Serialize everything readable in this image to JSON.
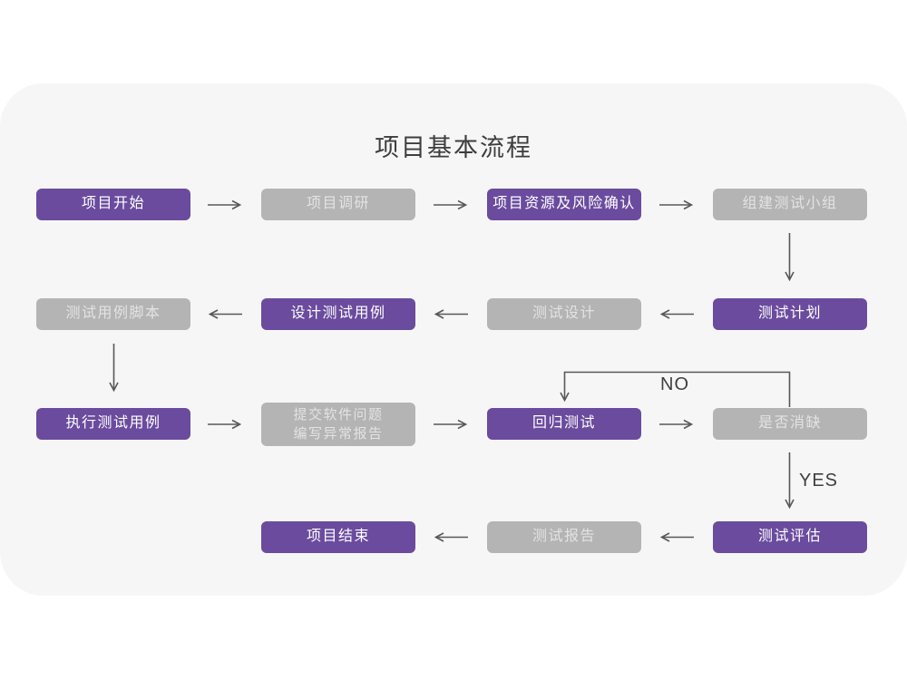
{
  "title": "项目基本流程",
  "colors": {
    "purple": "#6B4B9E",
    "gray": "#B4B4B4",
    "card_bg": "#F6F6F7",
    "page_bg": "#FFFFFF",
    "arrow": "#58585A",
    "text_on_purple": "#FFFFFF",
    "text_on_gray": "#E3E3E3",
    "title_color": "#3D3D3D",
    "branch_label_color": "#3F3F3F"
  },
  "nodes": [
    {
      "label": "项目开始",
      "variant": "purple"
    },
    {
      "label": "项目调研",
      "variant": "gray"
    },
    {
      "label": "项目资源及风险确认",
      "variant": "purple"
    },
    {
      "label": "组建测试小组",
      "variant": "gray"
    },
    {
      "label": "测试计划",
      "variant": "purple"
    },
    {
      "label": "测试设计",
      "variant": "gray"
    },
    {
      "label": "设计测试用例",
      "variant": "purple"
    },
    {
      "label": "测试用例脚本",
      "variant": "gray"
    },
    {
      "label": "执行测试用例",
      "variant": "purple"
    },
    {
      "label_lines": [
        "提交软件问题",
        "编写异常报告"
      ],
      "variant": "gray"
    },
    {
      "label": "回归测试",
      "variant": "purple"
    },
    {
      "label": "是否消缺",
      "variant": "gray"
    },
    {
      "label": "测试评估",
      "variant": "purple"
    },
    {
      "label": "测试报告",
      "variant": "gray"
    },
    {
      "label": "项目结束",
      "variant": "purple"
    }
  ],
  "branch_labels": {
    "no": "NO",
    "yes": "YES"
  }
}
